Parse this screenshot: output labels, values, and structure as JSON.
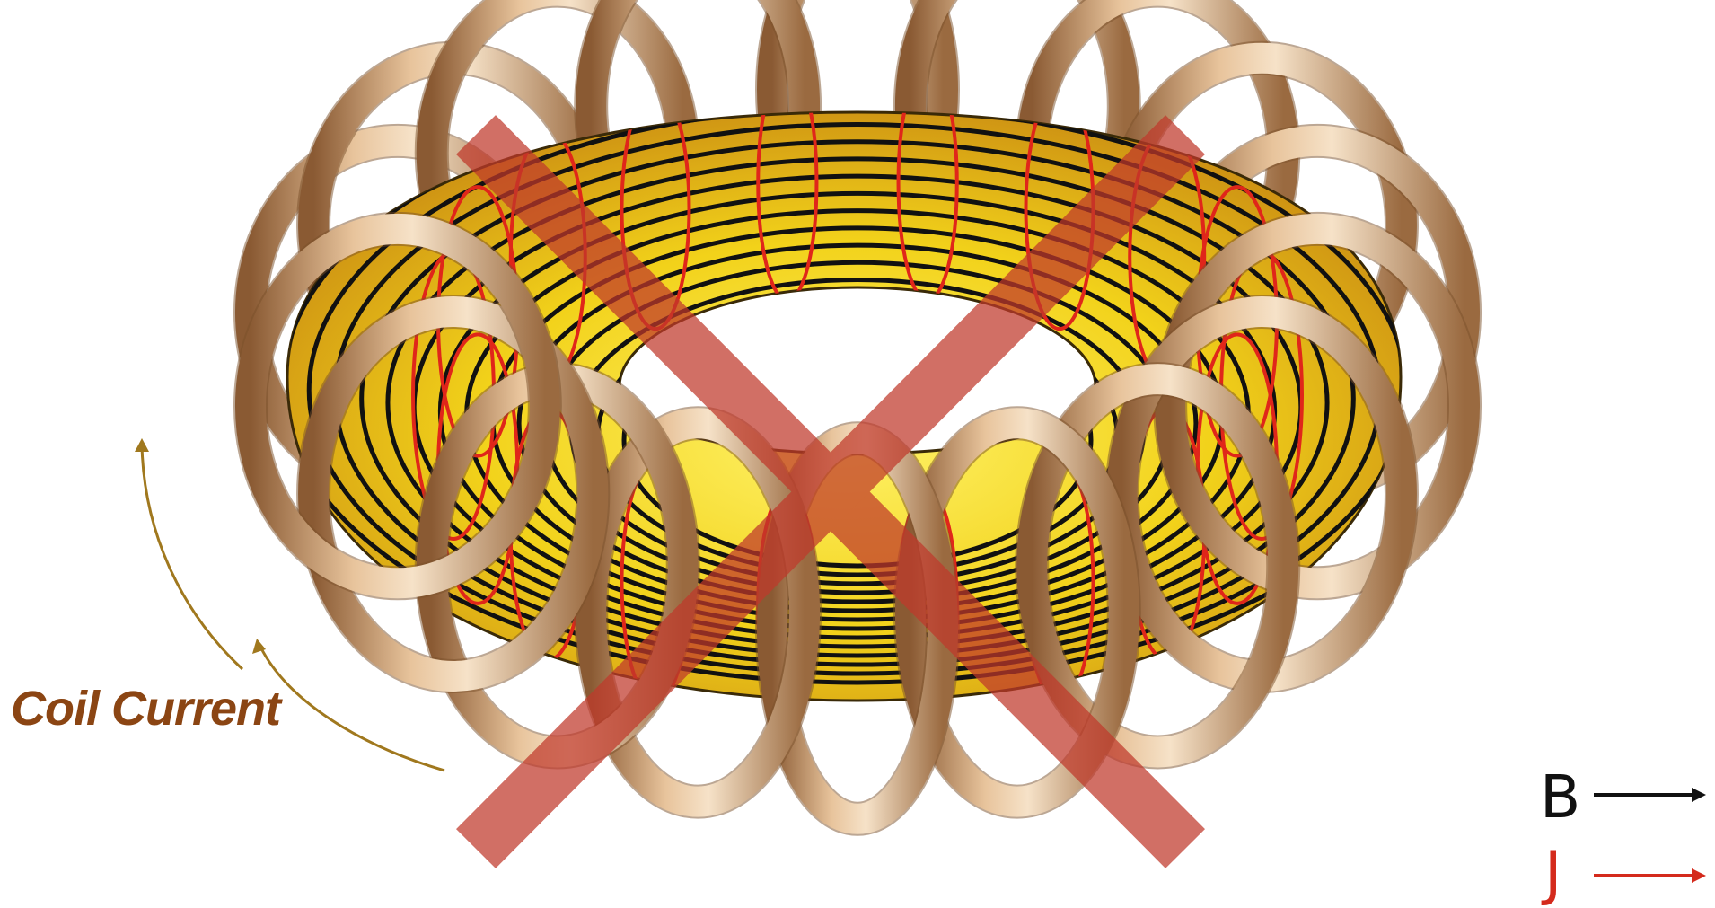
{
  "colors": {
    "coil": "#c79a6c",
    "coil_dark": "#8a5a33",
    "coil_light": "#f3dcc3",
    "plasma_yellow": "#ffe22a",
    "plasma_orange": "#e8a21c",
    "field_line": "#111111",
    "current_line": "#e0261a",
    "cross": "#c0392b",
    "coil_current_label": "#8b4513",
    "coil_arrow": "#a0781e",
    "legend_b": "#111111",
    "legend_j": "#d42a1c"
  },
  "icons": {
    "cross": "red-x-cross-icon",
    "coil_arrow": "curved-arrow-icon",
    "legend_arrow": "right-arrow-icon"
  },
  "annotation": {
    "coil_current": "Coil Current"
  },
  "legend": {
    "b": {
      "letter": "B"
    },
    "j": {
      "letter": "J"
    }
  }
}
